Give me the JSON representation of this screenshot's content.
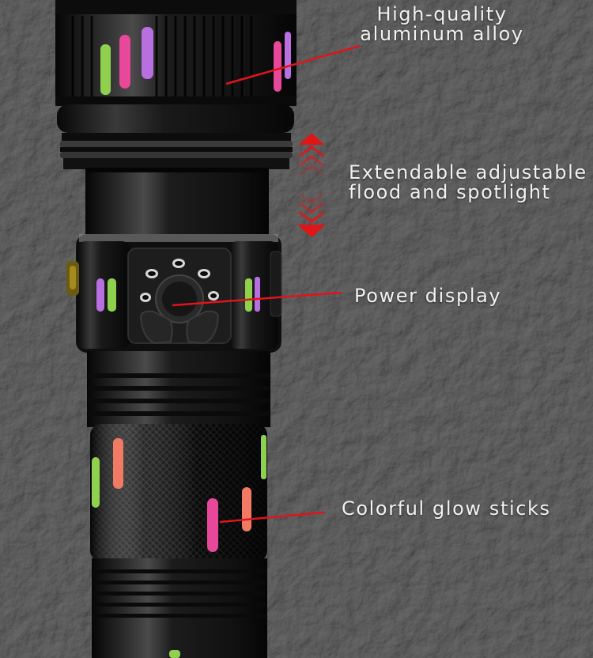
{
  "labels": {
    "alloy": {
      "line1": "High-quality",
      "line2": "aluminum alloy"
    },
    "extend": {
      "line1": "Extendable adjustable",
      "line2": "flood and spotlight"
    },
    "power": {
      "line1": "Power display"
    },
    "glow": {
      "line1": "Colorful glow sticks"
    }
  },
  "colors": {
    "background": "#5b5b5b",
    "body": "#141414",
    "pointer": "#e0141a",
    "glow_green": "#8fd14f",
    "glow_pink": "#e8489a",
    "glow_purple": "#b86fe0",
    "glow_salmon": "#f07a63"
  },
  "icons": [
    "flashlight-photo",
    "double-arrow-icon",
    "power-button-icon"
  ]
}
